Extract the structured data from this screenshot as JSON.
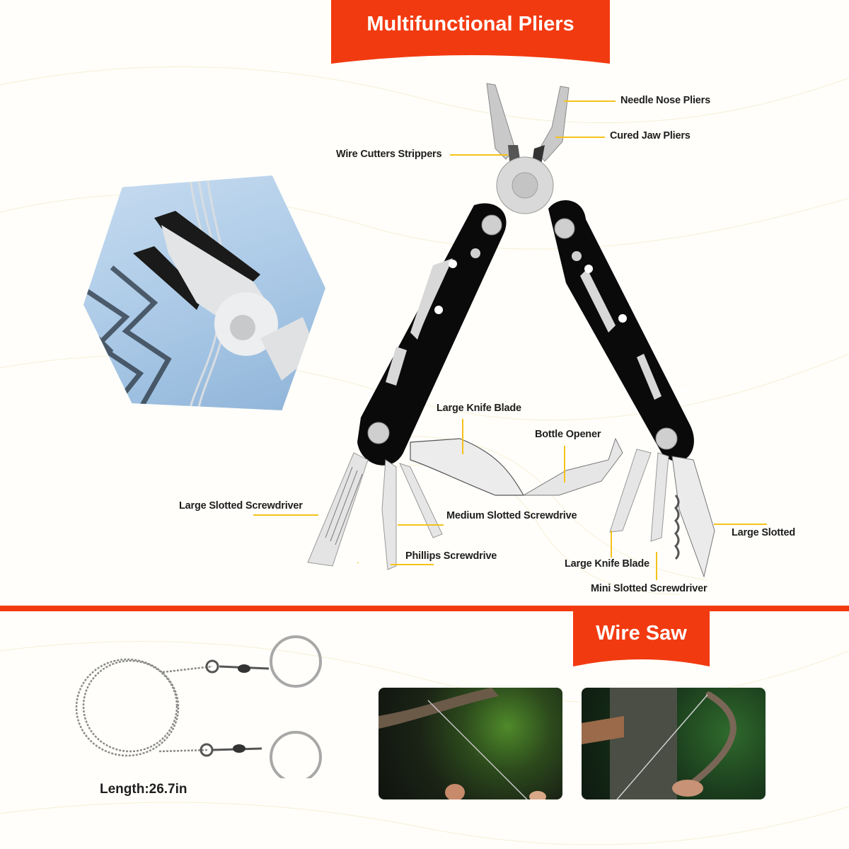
{
  "banners": {
    "top_title": "Multifunctional Pliers",
    "saw_title": "Wire Saw"
  },
  "colors": {
    "accent": "#f23a10",
    "leader_line": "#f5c21a",
    "text": "#1e1e1e",
    "handle": "#0a0a0a",
    "steel": "#d8d8d8"
  },
  "pliers_labels": [
    {
      "id": "needle-nose-pliers",
      "text": "Needle Nose Pliers"
    },
    {
      "id": "cured-jaw-pliers",
      "text": "Cured Jaw Pliers"
    },
    {
      "id": "wire-cutters-strippers",
      "text": "Wire Cutters Strippers"
    },
    {
      "id": "large-knife-blade-top",
      "text": "Large Knife Blade"
    },
    {
      "id": "bottle-opener",
      "text": "Bottle Opener"
    },
    {
      "id": "large-slotted-screwdriver",
      "text": "Large Slotted Screwdriver"
    },
    {
      "id": "medium-slotted-screwdrive",
      "text": "Medium Slotted Screwdrive"
    },
    {
      "id": "phillips-screwdrive",
      "text": "Phillips Screwdrive"
    },
    {
      "id": "large-slotted",
      "text": "Large Slotted"
    },
    {
      "id": "large-knife-blade-bottom",
      "text": "Large Knife Blade"
    },
    {
      "id": "mini-slotted-screwdriver",
      "text": "Mini Slotted Screwdriver"
    }
  ],
  "wire_saw": {
    "length_caption": "Length:26.7in"
  },
  "images": {
    "hexagon": "pliers-cutting-wire-cable",
    "main": "multitool-pliers-open",
    "wire_saw": "wire-saw-with-rings",
    "photo_1": "wire-saw-cutting-branch",
    "photo_2": "wire-saw-bow-on-tree"
  }
}
